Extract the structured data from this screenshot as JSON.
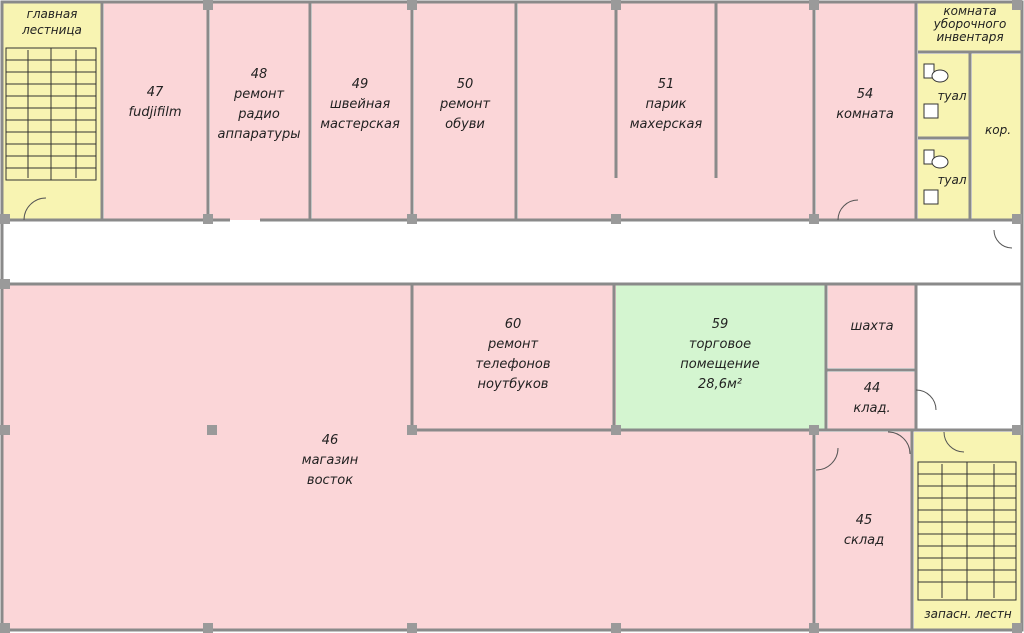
{
  "colors": {
    "rented": "#fbd6d8",
    "vacant": "#d4f5d0",
    "service": "#f8f4b2",
    "corridor": "#ffffff",
    "wall": "#8a8a8a"
  },
  "rooms": [
    {
      "id": "stair-main",
      "color": "service",
      "lines": [
        "главная",
        "лестница"
      ]
    },
    {
      "id": "r47",
      "color": "rented",
      "lines": [
        "47",
        "fudjifilm"
      ]
    },
    {
      "id": "r48",
      "color": "rented",
      "lines": [
        "48",
        "ремонт",
        "радио",
        "аппаратуры"
      ]
    },
    {
      "id": "r49",
      "color": "rented",
      "lines": [
        "49",
        "швейная",
        "мастерская"
      ]
    },
    {
      "id": "r50",
      "color": "rented",
      "lines": [
        "50",
        "ремонт",
        "обуви"
      ]
    },
    {
      "id": "r51",
      "color": "rented",
      "lines": [
        "51",
        "парик",
        "махерская"
      ]
    },
    {
      "id": "r54",
      "color": "rented",
      "lines": [
        "54",
        "комната"
      ]
    },
    {
      "id": "cleaning-room",
      "color": "service",
      "lines": [
        "комната",
        "уборочного",
        "инвентаря"
      ]
    },
    {
      "id": "toilet-1",
      "color": "service",
      "lines": [
        "туал"
      ]
    },
    {
      "id": "toilet-2",
      "color": "service",
      "lines": [
        "туал"
      ]
    },
    {
      "id": "corridor-small",
      "color": "service",
      "lines": [
        "кор."
      ]
    },
    {
      "id": "r46",
      "color": "rented",
      "lines": [
        "46",
        "магазин",
        "восток"
      ]
    },
    {
      "id": "r60",
      "color": "rented",
      "lines": [
        "60",
        "ремонт",
        "телефонов",
        "ноутбуков"
      ]
    },
    {
      "id": "r59",
      "color": "vacant",
      "lines": [
        "59",
        "торговое",
        "помещение",
        "28,6м²"
      ]
    },
    {
      "id": "shaft",
      "color": "rented",
      "lines": [
        "шахта"
      ]
    },
    {
      "id": "r44",
      "color": "rented",
      "lines": [
        "44",
        "клад."
      ]
    },
    {
      "id": "r45",
      "color": "rented",
      "lines": [
        "45",
        "склад"
      ]
    },
    {
      "id": "stair-spare",
      "color": "service",
      "lines": [
        "запасн. лестн"
      ]
    }
  ]
}
